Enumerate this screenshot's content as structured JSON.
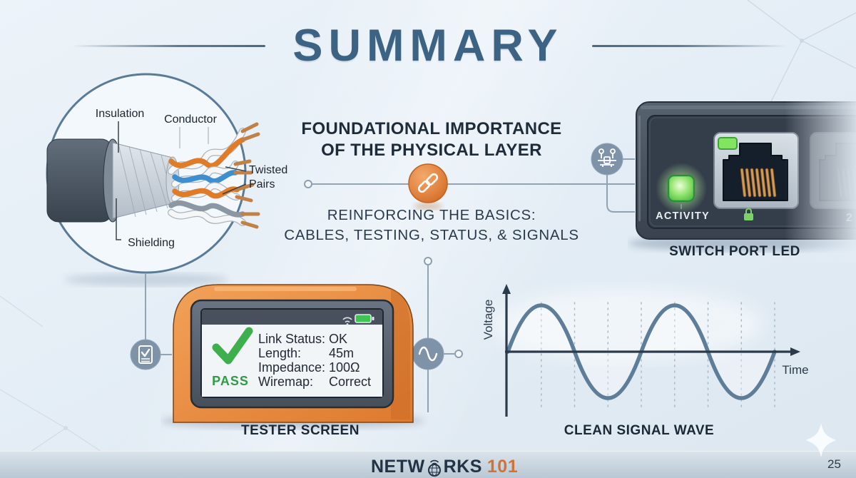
{
  "slide": {
    "title": "SUMMARY",
    "page_number": "25"
  },
  "center": {
    "heading_line1": "FOUNDATIONAL IMPORTANCE",
    "heading_line2": "OF THE PHYSICAL LAYER",
    "subheading_line1": "REINFORCING THE BASICS:",
    "subheading_line2": "CABLES, TESTING, STATUS, & SIGNALS"
  },
  "cable": {
    "label_insulation": "Insulation",
    "label_conductor": "Conductor",
    "label_twisted_line1": "Twisted",
    "label_twisted_line2": "Pairs",
    "label_shielding": "Shielding"
  },
  "switch": {
    "led_label": "ACTIVITY",
    "port2_label": "2",
    "caption": "SWITCH PORT LED"
  },
  "tester": {
    "pass_label": "PASS",
    "rows": [
      {
        "label": "Link Status:",
        "value": "OK"
      },
      {
        "label": "Length:",
        "value": "45m"
      },
      {
        "label": "Impedance:",
        "value": "100Ω"
      },
      {
        "label": "Wiremap:",
        "value": "Correct"
      }
    ],
    "caption": "TESTER SCREEN"
  },
  "wave": {
    "y_axis_label": "Voltage",
    "x_axis_label": "Time",
    "caption": "CLEAN SIGNAL WAVE"
  },
  "footer": {
    "brand_prefix": "NETW",
    "brand_suffix": "RKS",
    "brand_number": "101"
  },
  "colors": {
    "title_blue": "#3d6384",
    "heading_navy": "#1e2b39",
    "accent_orange": "#e0803d",
    "led_green": "#58c84e",
    "pass_green": "#2f9e44",
    "wave_slate": "#5d7d99",
    "icon_circle_slate": "#7e93a8"
  }
}
